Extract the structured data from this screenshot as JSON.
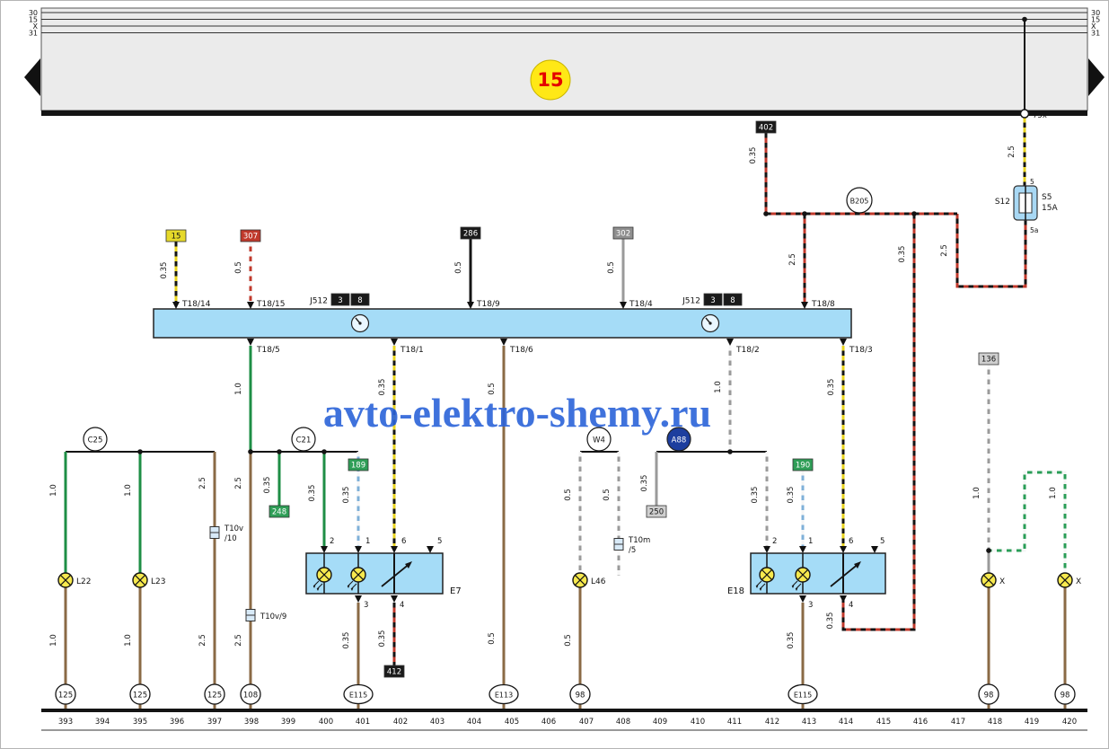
{
  "watermark": "avto-elektro-shemy.ru",
  "rail": {
    "r30": "30",
    "r15": "15",
    "rx": "X",
    "r31": "31",
    "badge": "15",
    "tap": "75x"
  },
  "fuse": {
    "id": "S12",
    "name": "S5",
    "rating": "15A",
    "pin_top": "5",
    "pin_bottom": "5a"
  },
  "gauges": {
    "g035": "0.35",
    "g05": "0.5",
    "g10": "1.0",
    "g25": "2.5"
  },
  "codes": {
    "c15": "15",
    "c307": "307",
    "c286": "286",
    "c302": "302",
    "c402": "402",
    "c412": "412",
    "c248": "248",
    "c250": "250",
    "c189": "189",
    "c190": "190",
    "c136": "136"
  },
  "terminals": {
    "t14": "T18/14",
    "t15": "T18/15",
    "t9": "T18/9",
    "t4": "T18/4",
    "t8": "T18/8",
    "t5": "T18/5",
    "t1": "T18/1",
    "t6": "T18/6",
    "t2": "T18/2",
    "t3": "T18/3"
  },
  "relay": {
    "j512": "J512",
    "p3": "3",
    "p8": "8"
  },
  "junctions": {
    "c25": "C25",
    "c21": "C21",
    "w4": "W4",
    "a88": "A88",
    "b205": "B205"
  },
  "plugs": {
    "t10v": "T10v",
    "t10v10": "/10",
    "t10v9": "T10v/9",
    "t10m": "T10m",
    "t10m5": "/5"
  },
  "components": {
    "e7": "E7",
    "e18": "E18",
    "l22": "L22",
    "l23": "L23",
    "l46": "L46",
    "x": "X"
  },
  "pins": {
    "p1": "1",
    "p2": "2",
    "p3": "3",
    "p4": "4",
    "p5": "5",
    "p6": "6"
  },
  "grounds": {
    "g125": "125",
    "g108": "108",
    "g98": "98",
    "e115": "E115",
    "e113": "E113"
  },
  "tracks": [
    "393",
    "394",
    "395",
    "396",
    "397",
    "398",
    "399",
    "400",
    "401",
    "402",
    "403",
    "404",
    "405",
    "406",
    "407",
    "408",
    "409",
    "410",
    "411",
    "412",
    "413",
    "414",
    "415",
    "416",
    "417",
    "418",
    "419",
    "420"
  ]
}
